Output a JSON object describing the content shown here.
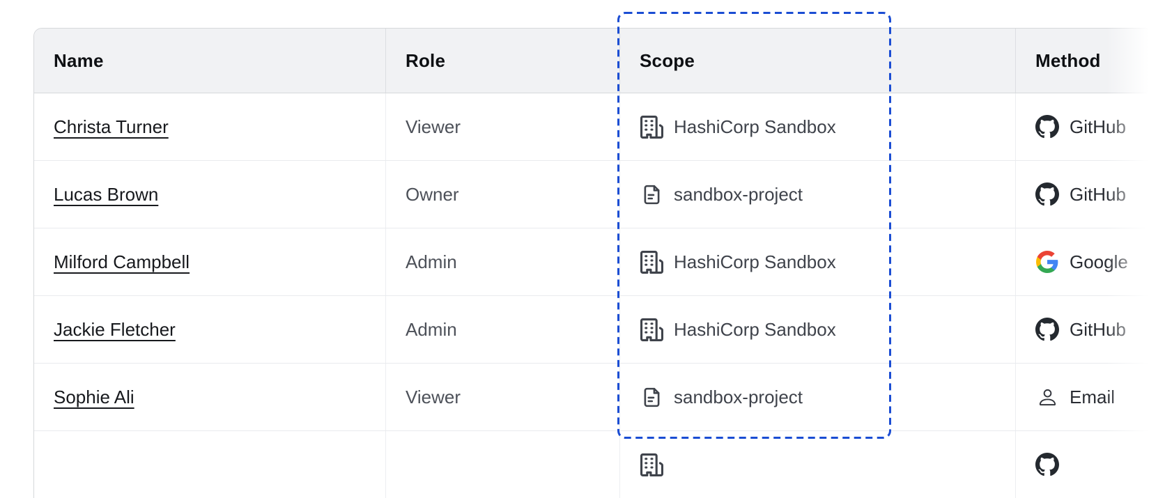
{
  "table": {
    "columns": [
      {
        "key": "name",
        "label": "Name"
      },
      {
        "key": "role",
        "label": "Role"
      },
      {
        "key": "scope",
        "label": "Scope"
      },
      {
        "key": "method",
        "label": "Method"
      }
    ],
    "rows": [
      {
        "name": "Christa Turner",
        "role": "Viewer",
        "scope": {
          "icon": "org-building-icon",
          "label": "HashiCorp Sandbox"
        },
        "method": {
          "icon": "github-icon",
          "label": "GitHub"
        }
      },
      {
        "name": "Lucas Brown",
        "role": "Owner",
        "scope": {
          "icon": "file-text-icon",
          "label": "sandbox-project"
        },
        "method": {
          "icon": "github-icon",
          "label": "GitHub"
        }
      },
      {
        "name": "Milford Campbell",
        "role": "Admin",
        "scope": {
          "icon": "org-building-icon",
          "label": "HashiCorp Sandbox"
        },
        "method": {
          "icon": "google-icon",
          "label": "Google"
        }
      },
      {
        "name": "Jackie Fletcher",
        "role": "Admin",
        "scope": {
          "icon": "org-building-icon",
          "label": "HashiCorp Sandbox"
        },
        "method": {
          "icon": "github-icon",
          "label": "GitHub"
        }
      },
      {
        "name": "Sophie Ali",
        "role": "Viewer",
        "scope": {
          "icon": "file-text-icon",
          "label": "sandbox-project"
        },
        "method": {
          "icon": "person-icon",
          "label": "Email"
        }
      }
    ],
    "partial_row_stub": {
      "name": "",
      "role": "",
      "scope": {
        "icon": "org-building-icon",
        "label": ""
      },
      "method": {
        "icon": "github-icon",
        "label": ""
      }
    }
  },
  "annotation": {
    "type": "dashed-selection-box",
    "highlighted_column": "Scope",
    "color": "#1b4dd3"
  },
  "colors": {
    "header_bg": "#f1f2f4",
    "table_border": "#d6d8db",
    "row_divider": "#e9ebee",
    "header_text": "#0e1013",
    "name_link_text": "#17191d",
    "role_text": "#4d5159",
    "scope_text": "#3f434b",
    "icon_slate": "#3f434b",
    "github_black": "#24292f",
    "google_blue": "#4285F4",
    "google_green": "#34A853",
    "google_yellow": "#FBBC05",
    "google_red": "#EA4335",
    "highlight_blue": "#1b4dd3"
  }
}
